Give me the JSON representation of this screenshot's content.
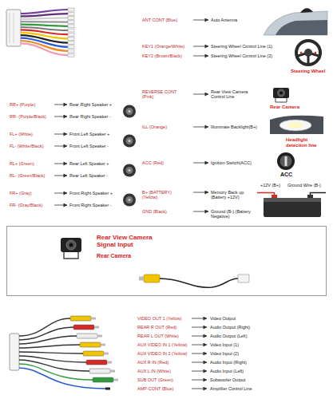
{
  "diagram": {
    "nodes": [
      {
        "text": [
          "Rear View Camera Signal Input",
          "Rear Camera"
        ]
      }
    ],
    "labels": [
      "RR+ (Purple)",
      "Rear Right Speaker +",
      "RR- (Purple/Black)",
      "Rear Right Speaker -",
      "FL+ (White)",
      "Front Left Speaker +",
      "FL- (White/Black)",
      "Front Left Speaker -",
      "RL+ (Green)",
      "Rear Left Speaker +",
      "RL- (Green/Black)",
      "Rear Left Speaker -",
      "FR+ (Gray)",
      "Front Right Speaker +",
      "FR- (Gray/Black)",
      "Front Right Speaker -",
      "ANT CONT (Blue)",
      "Auto Antenna",
      "KEY1 (Orange/White)",
      "Steering Wheel Control Line (1)",
      "KEY2 (Brown/Black)",
      "Steering Wheel Control Line (2)",
      "Steering Wheel",
      "REVERSE CONT (Pink)",
      "Rear View Camera Control Line",
      "Rear Camera",
      "ILL (Orange)",
      "Illuminate Backlight(B+)",
      "Headlight detection line",
      "ACC (Red)",
      "Ignition Switch(ACC)",
      "ACC",
      "B+ (BATTERY) (Yellow)",
      "Memory Back up (Battery +12V)",
      "Ground Wire (B-)",
      "+12V (B+)",
      "GND (Black)",
      "Ground (B-) (Battery Negative)",
      "VIDEO OUT 1 (Yellow)",
      "Video Output",
      "REAR R OUT (Red)",
      "Audio Output (Right)",
      "REAR L OUT (White)",
      "Audio Output (Left)",
      "AUX VIDEO IN 1 (Yellow)",
      "Video Input (1)",
      "AUX VIDEO IN 2 (Yellow)",
      "Video Input (2)",
      "AUX R IN (Red)",
      "Audio Input (Right)",
      "AUX L IN (White)",
      "Audio Input (Left)",
      "SUB OUT (Green)",
      "Subwoofer Output",
      "AMP-CONT (Blue)",
      "Amplifier Control Line"
    ]
  }
}
